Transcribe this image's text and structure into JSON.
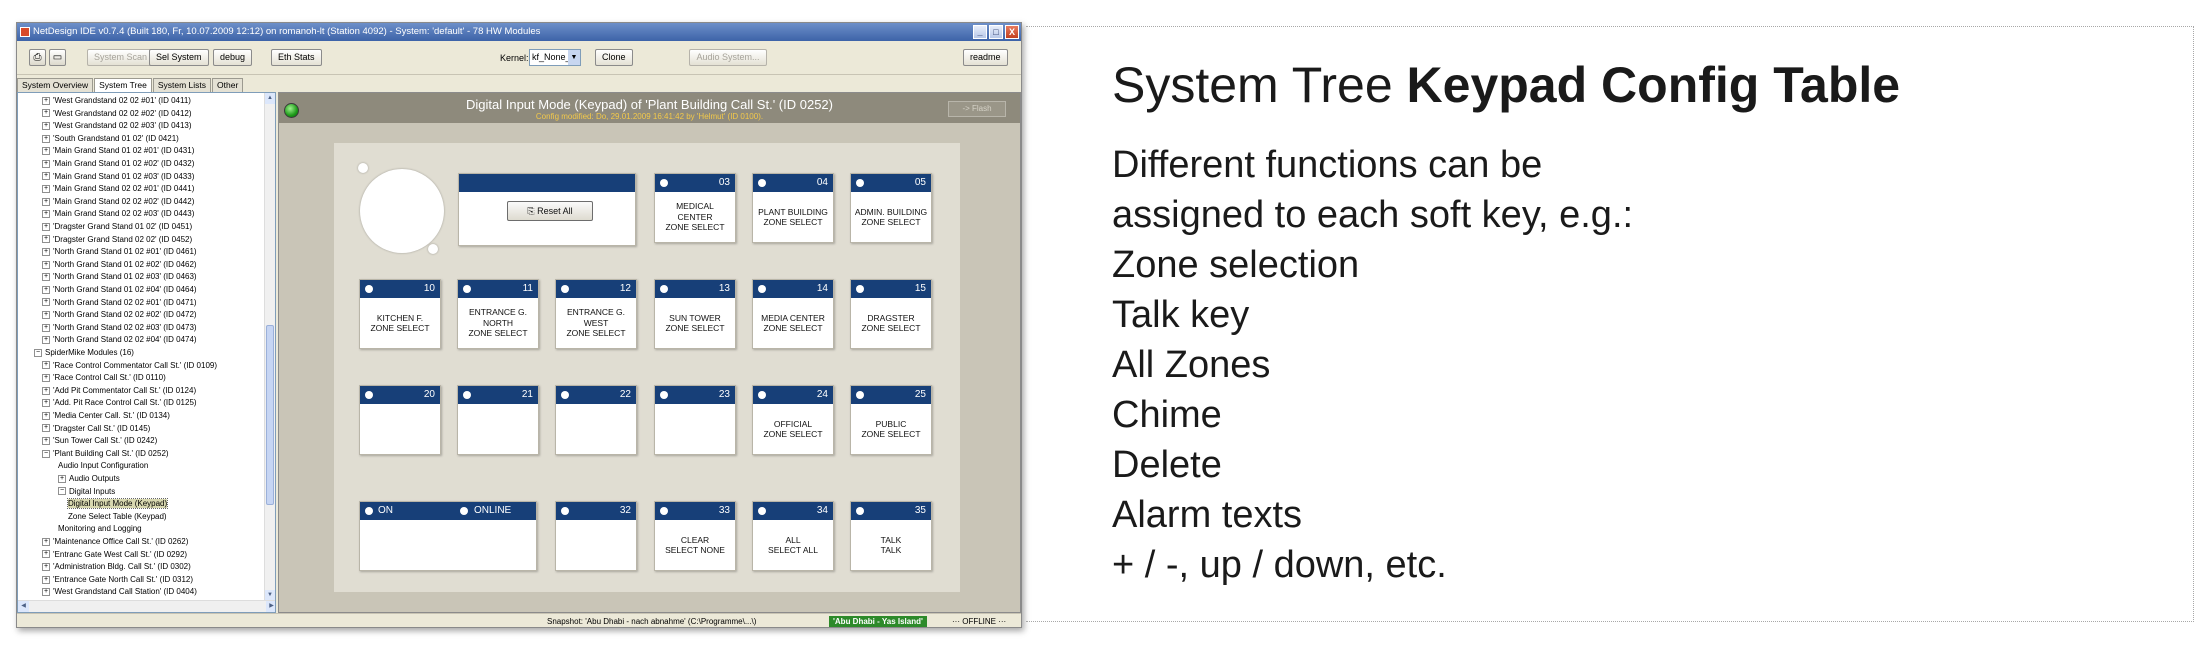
{
  "window": {
    "title": "NetDesign IDE  v0.7.4 (Built 180, Fr, 10.07.2009 12:12) on romanoh-lt (Station 4092)  -  System: 'default'  -  78 HW Modules",
    "controls": [
      "_",
      "□",
      "X"
    ]
  },
  "toolbar": {
    "system_scan": "System Scan",
    "sel_system": "Sel System",
    "debug": "debug",
    "eth_stats": "Eth Stats",
    "kernel_label": "Kernel:",
    "kernel_value": "kf_None_",
    "clone": "Clone",
    "audio_system": "Audio System...",
    "readme": "readme"
  },
  "tabs": [
    "System Overview",
    "System Tree",
    "System Lists",
    "Other"
  ],
  "tree": {
    "items": [
      {
        "label": "'West Grandstand 02 02 #01' (ID 0411)",
        "level": 1
      },
      {
        "label": "'West Grandstand 02 02 #02' (ID 0412)",
        "level": 1
      },
      {
        "label": "'West Grandstand 02 02 #03' (ID 0413)",
        "level": 1
      },
      {
        "label": "'South Grandstand 01 02' (ID 0421)",
        "level": 1
      },
      {
        "label": "'Main Grand Stand 01 02 #01' (ID 0431)",
        "level": 1
      },
      {
        "label": "'Main Grand Stand 01 02 #02' (ID 0432)",
        "level": 1
      },
      {
        "label": "'Main Grand Stand 01 02 #03' (ID 0433)",
        "level": 1
      },
      {
        "label": "'Main Grand Stand 02 02 #01' (ID 0441)",
        "level": 1
      },
      {
        "label": "'Main Grand Stand 02 02 #02' (ID 0442)",
        "level": 1
      },
      {
        "label": "'Main Grand Stand 02 02 #03' (ID 0443)",
        "level": 1
      },
      {
        "label": "'Dragster Grand Stand 01 02' (ID 0451)",
        "level": 1
      },
      {
        "label": "'Dragster Grand Stand 02 02' (ID 0452)",
        "level": 1
      },
      {
        "label": "'North Grand Stand 01 02 #01' (ID 0461)",
        "level": 1
      },
      {
        "label": "'North Grand Stand 01 02 #02' (ID 0462)",
        "level": 1
      },
      {
        "label": "'North Grand Stand 01 02 #03' (ID 0463)",
        "level": 1
      },
      {
        "label": "'North Grand Stand 01 02 #04' (ID 0464)",
        "level": 1
      },
      {
        "label": "'North Grand Stand 02 02 #01' (ID 0471)",
        "level": 1
      },
      {
        "label": "'North Grand Stand 02 02 #02' (ID 0472)",
        "level": 1
      },
      {
        "label": "'North Grand Stand 02 02 #03' (ID 0473)",
        "level": 1
      },
      {
        "label": "'North Grand Stand 02 02 #04' (ID 0474)",
        "level": 1
      },
      {
        "label": "SpiderMike Modules (16)",
        "level": 0
      },
      {
        "label": "'Race Control Commentator Call St.' (ID 0109)",
        "level": 1
      },
      {
        "label": "'Race Control Call St.' (ID 0110)",
        "level": 1
      },
      {
        "label": "'Add Pit Commentator Call St.' (ID 0124)",
        "level": 1
      },
      {
        "label": "'Add. Pit Race Control Call St.' (ID 0125)",
        "level": 1
      },
      {
        "label": "'Media Center Call. St.' (ID 0134)",
        "level": 1
      },
      {
        "label": "'Dragster Call St.' (ID 0145)",
        "level": 1
      },
      {
        "label": "'Sun Tower Call St.' (ID 0242)",
        "level": 1
      },
      {
        "label": "'Plant Building Call St.' (ID 0252)",
        "level": 1
      },
      {
        "label": "Audio Input Configuration",
        "level": 2
      },
      {
        "label": "Audio Outputs",
        "level": 2
      },
      {
        "label": "Digital Inputs",
        "level": 2
      },
      {
        "label": "Digital Input Mode (Keypad)",
        "level": 3
      },
      {
        "label": "Zone Select Table (Keypad)",
        "level": 3
      },
      {
        "label": "Monitoring and Logging",
        "level": 2
      },
      {
        "label": "'Maintenance Office Call St.' (ID 0262)",
        "level": 1
      },
      {
        "label": "'Entranc Gate West Call St.' (ID 0292)",
        "level": 1
      },
      {
        "label": "'Administration Bldg. Call St.' (ID 0302)",
        "level": 1
      },
      {
        "label": "'Entrance Gate North Call St.' (ID 0312)",
        "level": 1
      },
      {
        "label": "'West Grandstand Call Station' (ID 0404)",
        "level": 1
      }
    ]
  },
  "main": {
    "title": "Digital Input Mode (Keypad) of 'Plant Building Call St.' (ID 0252)",
    "subtitle": "Config modified: Do, 29.01.2009 16:41:42  by 'Helmut' (ID 0100).",
    "flash": "-> Flash",
    "reset_all": "Reset All",
    "keys": [
      {
        "num": "03",
        "label": "MEDICAL\nCENTER\nZONE SELECT"
      },
      {
        "num": "04",
        "label": "PLANT BUILDING\nZONE SELECT"
      },
      {
        "num": "05",
        "label": "ADMIN. BUILDING\nZONE SELECT"
      },
      {
        "num": "10",
        "label": "KITCHEN F.\nZONE SELECT"
      },
      {
        "num": "11",
        "label": "ENTRANCE G.\nNORTH\nZONE SELECT"
      },
      {
        "num": "12",
        "label": "ENTRANCE G.\nWEST\nZONE SELECT"
      },
      {
        "num": "13",
        "label": "SUN TOWER\nZONE SELECT"
      },
      {
        "num": "14",
        "label": "MEDIA CENTER\nZONE SELECT"
      },
      {
        "num": "15",
        "label": "DRAGSTER\nZONE SELECT"
      },
      {
        "num": "20",
        "label": ""
      },
      {
        "num": "21",
        "label": ""
      },
      {
        "num": "22",
        "label": ""
      },
      {
        "num": "23",
        "label": ""
      },
      {
        "num": "24",
        "label": "OFFICIAL\nZONE SELECT"
      },
      {
        "num": "25",
        "label": "PUBLIC\nZONE SELECT"
      },
      {
        "num": "32",
        "label": ""
      },
      {
        "num": "33",
        "label": "CLEAR\nSELECT NONE"
      },
      {
        "num": "34",
        "label": "ALL\nSELECT ALL"
      },
      {
        "num": "35",
        "label": "TALK\nTALK"
      }
    ],
    "on_label": "ON",
    "online_label": "ONLINE"
  },
  "statusbar": {
    "snapshot": "Snapshot:  'Abu Dhabi - nach abnahme'  (C:\\Programme\\...\\)",
    "project": "'Abu Dhabi - Yas Island'",
    "offline": "··· OFFLINE ···"
  },
  "caption": {
    "heading_light": "System Tree ",
    "heading_bold": "Keypad Config Table",
    "lines": [
      "Different functions can be",
      "assigned to each soft key, e.g.:",
      "Zone selection",
      "Talk key",
      "All Zones",
      "Chime",
      "Delete",
      "Alarm texts",
      "+ / -, up / down, etc."
    ]
  }
}
